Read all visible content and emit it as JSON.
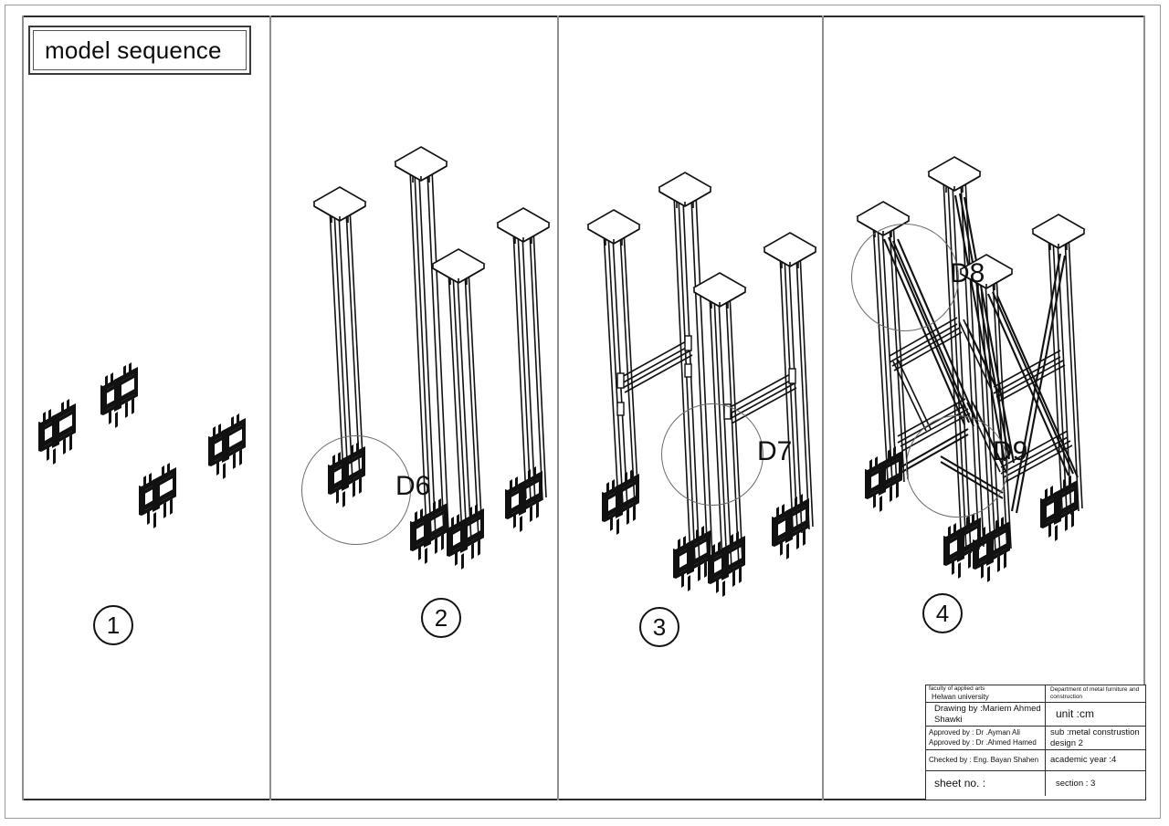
{
  "sheet": {
    "title_label": "model sequence"
  },
  "panels": [
    {
      "step": "1",
      "detail_tag": null
    },
    {
      "step": "2",
      "detail_tag": "D6"
    },
    {
      "step": "3",
      "detail_tag": "D7"
    },
    {
      "step": "4",
      "detail_tag_upper": "D8",
      "detail_tag_lower": "D9"
    }
  ],
  "steps": {
    "one": "1",
    "two": "2",
    "three": "3",
    "four": "4"
  },
  "details": {
    "d6": "D6",
    "d7": "D7",
    "d8": "D8",
    "d9": "D9"
  },
  "title_block": {
    "faculty_line1": "faculty of applied arts",
    "faculty_line2": "Helwan university",
    "department": "Department of metal furniture and construction",
    "drawing_by": "Drawing by :Mariem Ahmed Shawki",
    "unit": "unit :cm",
    "approved_by_1": "Approved by : Dr .Ayman Ali",
    "approved_by_2": "Approved by : Dr .Ahmed Hamed",
    "subject_line1": "sub :metal construstion",
    "subject_line2": "design 2",
    "checked_by": "Checked by : Eng. Bayan Shahen",
    "academic_year": "academic year :4",
    "sheet_no": "sheet no. :",
    "section": "section : 3"
  },
  "colors": {
    "line": "#111111",
    "frame": "#8e8e8e",
    "paper": "#ffffff"
  }
}
